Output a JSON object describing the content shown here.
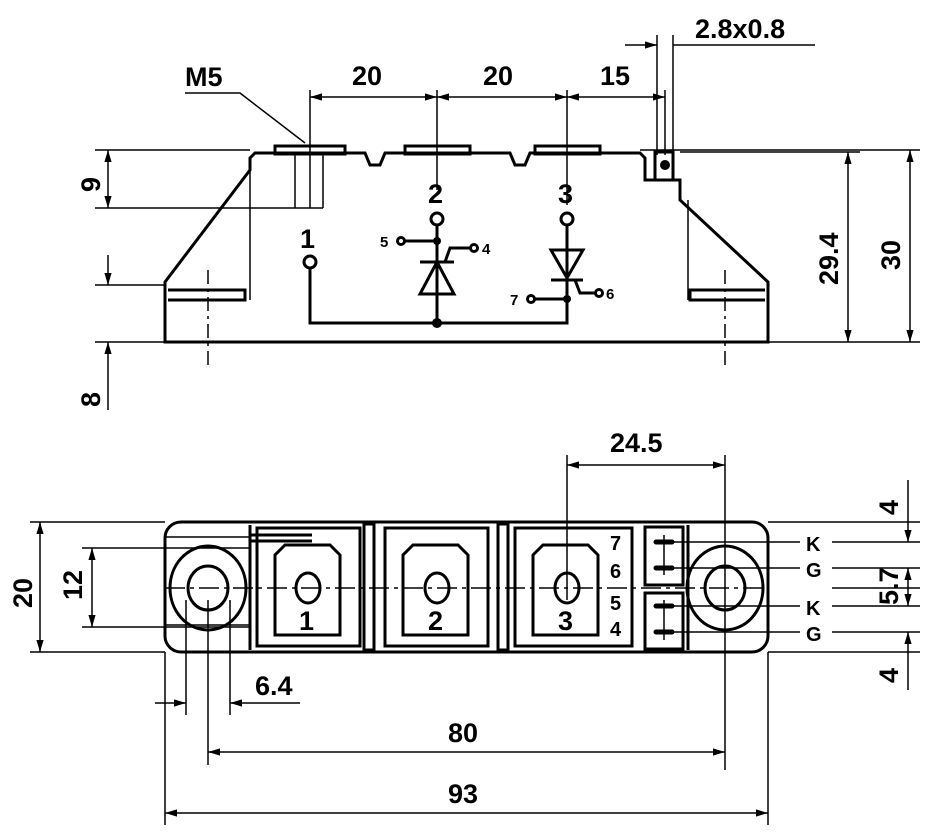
{
  "title": "Thyristor/diode module dimension drawing",
  "side_view": {
    "thread": "M5",
    "pitch_1": "20",
    "pitch_2": "20",
    "pitch_3": "15",
    "tab": "2.8x0.8",
    "dim_9": "9",
    "dim_8": "8",
    "dim_29_4": "29.4",
    "dim_30": "30",
    "terminals": [
      "1",
      "2",
      "3"
    ],
    "gate_pins": [
      "5",
      "4",
      "7",
      "6"
    ]
  },
  "top_view": {
    "dim_24_5": "24.5",
    "dim_20": "20",
    "dim_12": "12",
    "dim_6_4": "6.4",
    "dim_80": "80",
    "dim_93": "93",
    "dim_4_top": "4",
    "dim_5_7": "5.7",
    "dim_4_bottom": "4",
    "terminal_labels": [
      "1",
      "2",
      "3"
    ],
    "pin_numbers": [
      "7",
      "6",
      "5",
      "4"
    ],
    "pin_functions": [
      "K",
      "G",
      "K",
      "G"
    ]
  },
  "colors": {
    "ink": "#000000",
    "background": "#ffffff"
  }
}
